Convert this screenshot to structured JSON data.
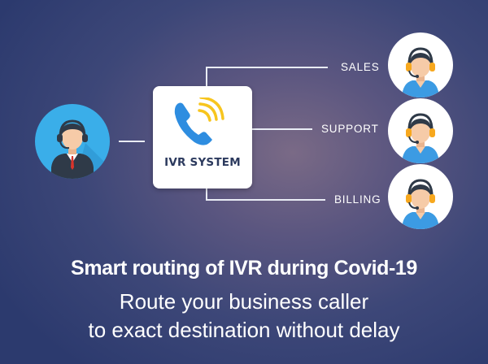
{
  "diagram": {
    "ivr_label": "IVR SYSTEM",
    "routes": [
      {
        "label": "SALES"
      },
      {
        "label": "SUPPORT"
      },
      {
        "label": "BILLING"
      }
    ]
  },
  "caption": {
    "title": "Smart routing of IVR during Covid-19",
    "line1": "Route your business caller",
    "line2": "to exact destination without delay"
  },
  "colors": {
    "caller_circle": "#3aaee9",
    "phone_blue": "#2e8de0",
    "signal_yellow": "#f7c51e",
    "agent_shirt": "#3c9be3",
    "headset_dark": "#2f3a48"
  }
}
